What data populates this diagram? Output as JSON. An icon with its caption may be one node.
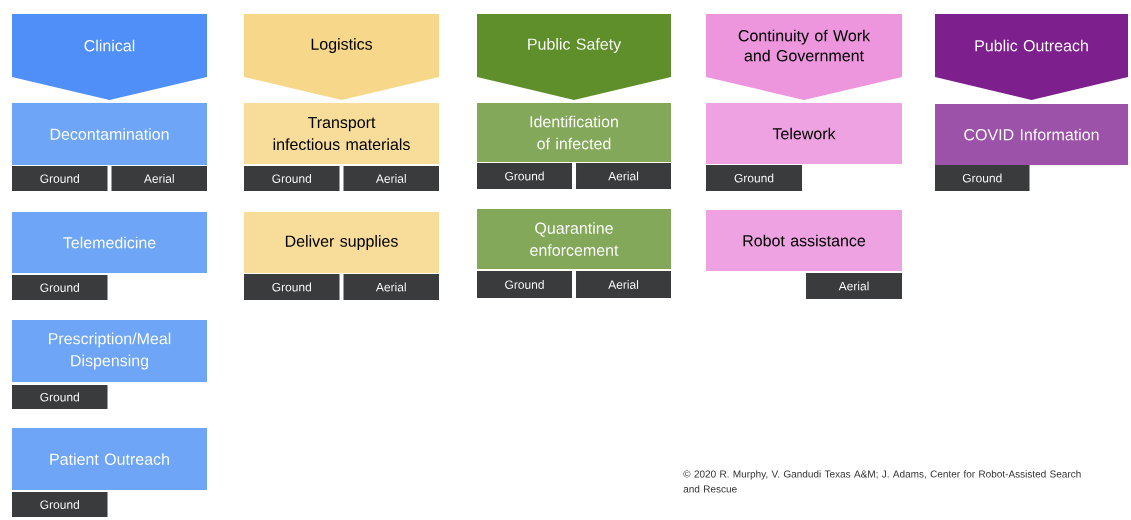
{
  "diagram": {
    "nodes": [
      {
        "text": [
          "Clinical"
        ]
      },
      {
        "text": [
          "Decontamination"
        ]
      },
      {
        "text": [
          "Ground"
        ]
      },
      {
        "text": [
          "Aerial"
        ]
      },
      {
        "text": [
          "Telemedicine"
        ]
      },
      {
        "text": [
          "Ground"
        ]
      },
      {
        "text": [
          "Prescription/Meal Dispensing"
        ]
      },
      {
        "text": [
          "Ground"
        ]
      },
      {
        "text": [
          "Patient Outreach"
        ]
      },
      {
        "text": [
          "Ground"
        ]
      },
      {
        "text": [
          "Logistics"
        ]
      },
      {
        "text": [
          "Transport infectious materials"
        ]
      },
      {
        "text": [
          "Ground"
        ]
      },
      {
        "text": [
          "Aerial"
        ]
      },
      {
        "text": [
          "Deliver supplies"
        ]
      },
      {
        "text": [
          "Ground"
        ]
      },
      {
        "text": [
          "Aerial"
        ]
      },
      {
        "text": [
          "Public Safety"
        ]
      },
      {
        "text": [
          "Identification of infected"
        ]
      },
      {
        "text": [
          "Ground"
        ]
      },
      {
        "text": [
          "Aerial"
        ]
      },
      {
        "text": [
          "Quarantine enforcement"
        ]
      },
      {
        "text": [
          "Ground"
        ]
      },
      {
        "text": [
          "Aerial"
        ]
      },
      {
        "text": [
          "Continuity of Work and Government"
        ]
      },
      {
        "text": [
          "Telework"
        ]
      },
      {
        "text": [
          "Ground"
        ]
      },
      {
        "text": [
          "Robot assistance"
        ]
      },
      {
        "text": [
          "Aerial"
        ]
      },
      {
        "text": [
          "Public Outreach"
        ]
      },
      {
        "text": [
          "COVID Information"
        ]
      },
      {
        "text": [
          "Ground"
        ]
      }
    ],
    "labels": [
      "© 2020 R. Murphy, V. Gandudi Texas A&M; J. Adams, Center for Robot-Assisted Search and Rescue"
    ]
  }
}
